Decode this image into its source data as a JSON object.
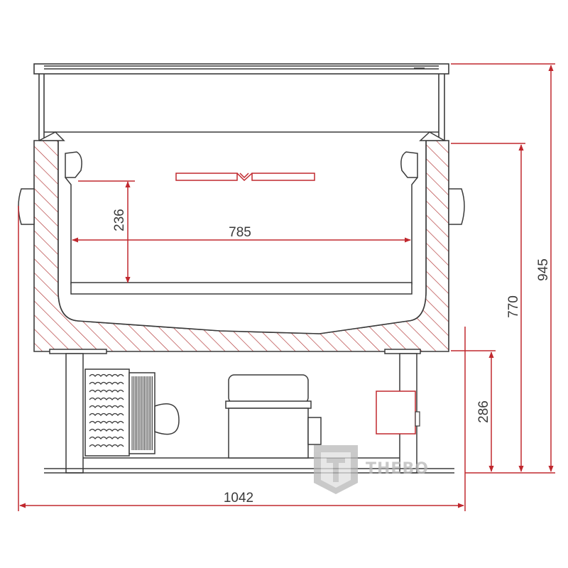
{
  "colors": {
    "outline": "#3a3a3a",
    "dimension": "#c0282e",
    "hatch": "#b03030",
    "watermark": "#b8b8b8",
    "background": "#ffffff"
  },
  "dimensions": {
    "inner_width": "785",
    "inner_depth": "236",
    "overall_width": "1042",
    "overall_height": "945",
    "top_height": "770",
    "base_height": "286"
  },
  "watermark": {
    "logo_icon": "thebo-shield-icon",
    "text": "THEBO"
  }
}
